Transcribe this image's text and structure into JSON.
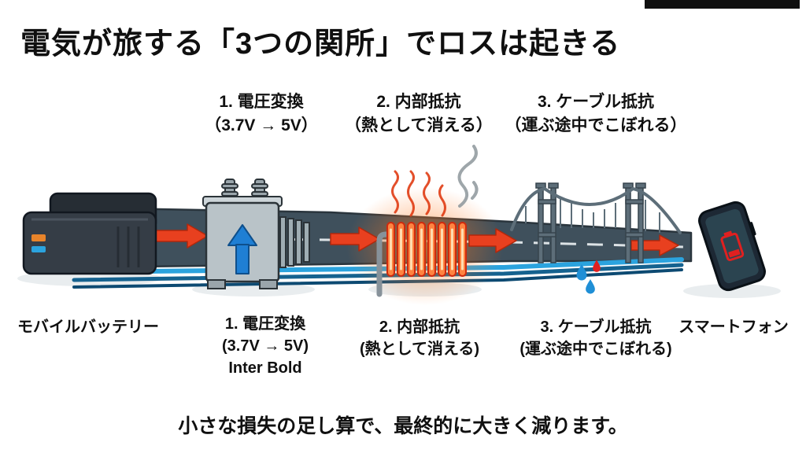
{
  "title": "電気が旅する「3つの関所」でロスは起きる",
  "caption": "小さな損失の足し算で、最終的に大きく減ります。",
  "checkpoints_top": [
    {
      "line1": "1. 電圧変換",
      "line2": "（3.7V → 5V）"
    },
    {
      "line1": "2. 内部抵抗",
      "line2": "（熱として消える）"
    },
    {
      "line1": "3. ケーブル抵抗",
      "line2": "（運ぶ途中でこぼれる）"
    }
  ],
  "checkpoints_bottom": [
    {
      "line1": "1. 電圧変換",
      "line2": "(3.7V → 5V)",
      "line3": "Inter Bold"
    },
    {
      "line1": "2. 内部抵抗",
      "line2": "(熱として消える)"
    },
    {
      "line1": "3. ケーブル抵抗",
      "line2": "(運ぶ途中でこぼれる)"
    }
  ],
  "device_labels": {
    "battery": "モバイルバッテリー",
    "phone": "スマートフォン"
  },
  "colors": {
    "road": "#3f505c",
    "road_dash": "#dde3e6",
    "arrow_red": "#e8401f",
    "cable_light_blue": "#2ba3de",
    "cable_dark_blue": "#15628f",
    "cable_deep_blue": "#0d4a72",
    "transformer_gray": "#b9c3c8",
    "transformer_arrow_blue": "#1f7fd4",
    "coil_orange": "#ff8340",
    "bridge_gray": "#5d6e79",
    "drop_blue": "#1f8fd6",
    "drop_red": "#e02020",
    "battery_body": "#353d46",
    "phone_body": "#1d2834"
  }
}
